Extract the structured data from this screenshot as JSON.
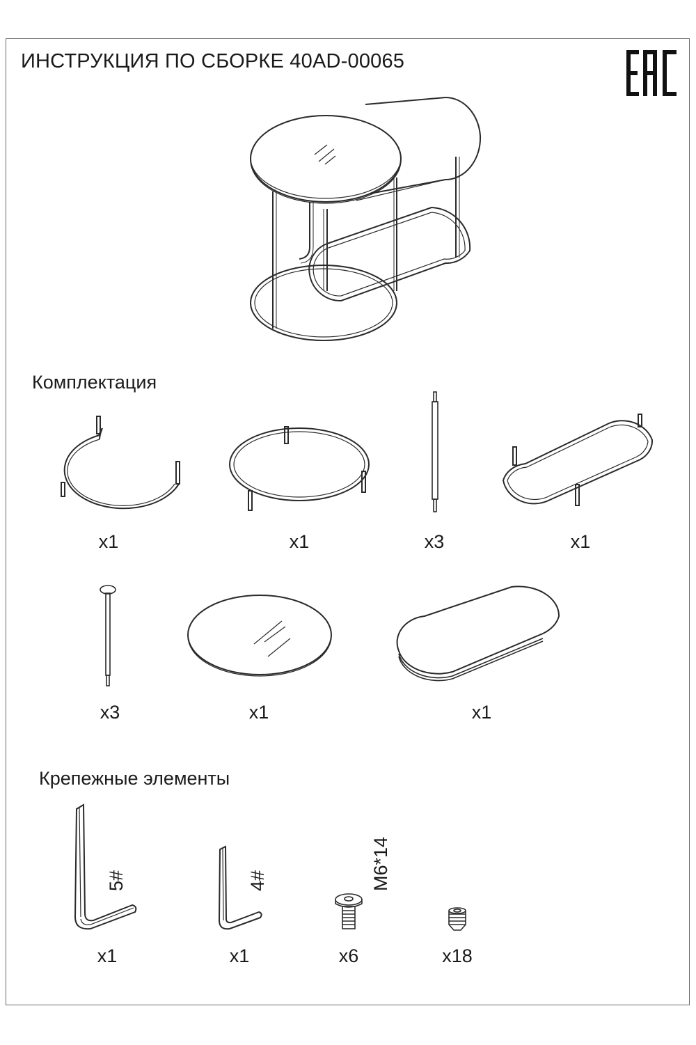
{
  "header": {
    "title": "ИНСТРУКЦИЯ ПО СБОРКЕ 40AD-00065",
    "cert_mark": "EAC"
  },
  "sections": {
    "components": "Комплектация",
    "fasteners": "Крепежные элементы"
  },
  "components": [
    {
      "id": "c-shaped-base-ring",
      "qty": "x1"
    },
    {
      "id": "round-support-ring",
      "qty": "x1"
    },
    {
      "id": "short-leg",
      "qty": "x3"
    },
    {
      "id": "oval-base-frame",
      "qty": "x1"
    },
    {
      "id": "long-leg",
      "qty": "x3"
    },
    {
      "id": "round-glass-top",
      "qty": "x1"
    },
    {
      "id": "oval-tabletop",
      "qty": "x1"
    }
  ],
  "fasteners": [
    {
      "id": "hex-key-5",
      "label": "5#",
      "qty": "x1"
    },
    {
      "id": "hex-key-4",
      "label": "4#",
      "qty": "x1"
    },
    {
      "id": "bolt-m6x14",
      "label": "M6*14",
      "qty": "x6"
    },
    {
      "id": "set-screw",
      "qty": "x18"
    }
  ]
}
